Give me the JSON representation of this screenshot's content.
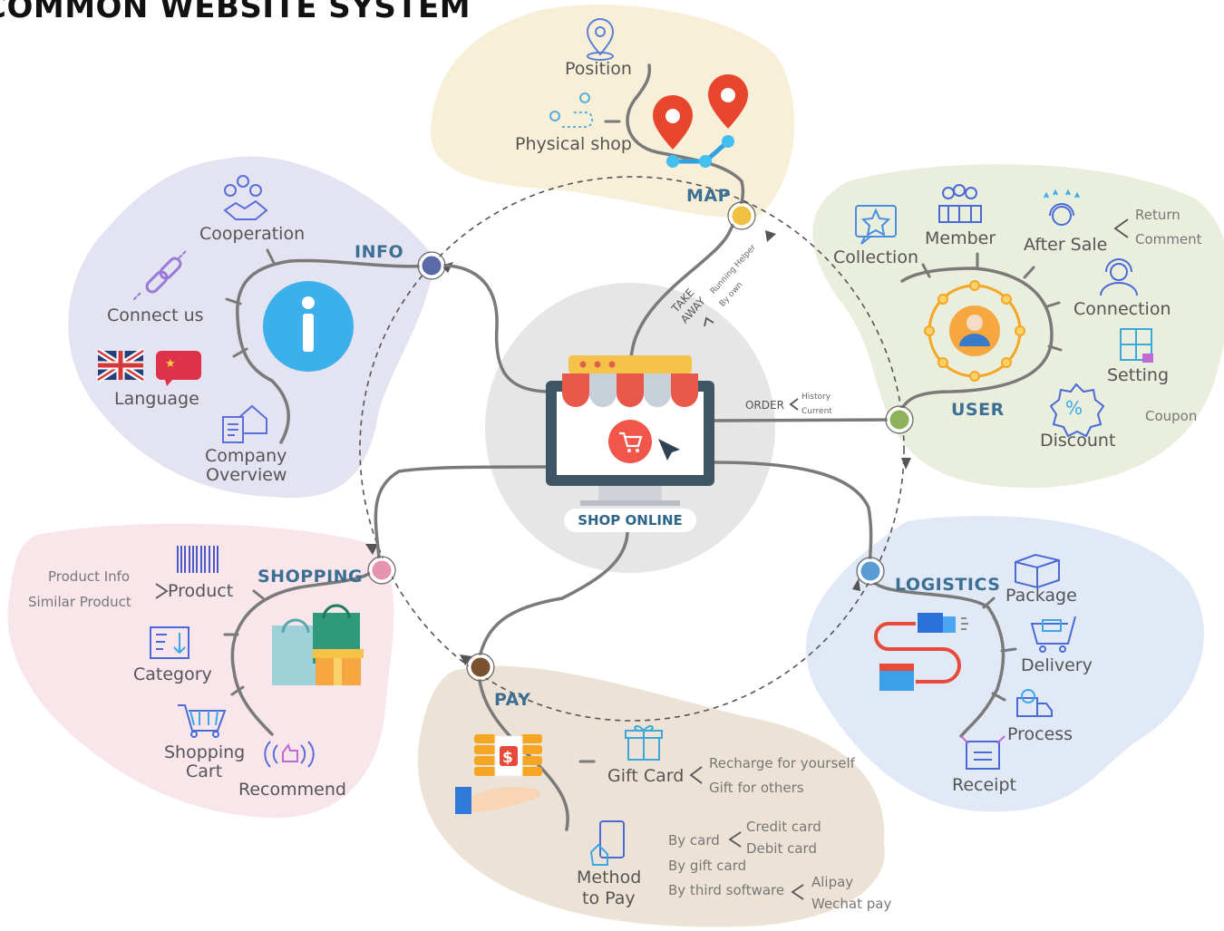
{
  "title": "COMMON WEBSITE SYSTEM",
  "center_label": "SHOP ONLINE",
  "colors": {
    "map_bg": "#f8efd8",
    "info_bg": "#e3e3f1",
    "user_bg": "#e9eedd",
    "logistics_bg": "#e1e9f6",
    "shopping_bg": "#f8e6ea",
    "pay_bg": "#ece3d6",
    "section_label": "#3d6f94",
    "node_map": "#f0c040",
    "node_info": "#5a69a8",
    "node_user": "#8db35a",
    "node_logistics": "#5b9bd5",
    "node_shopping": "#e893b0",
    "node_pay": "#7a5230"
  },
  "sections": {
    "map": {
      "label": "MAP",
      "items": [
        "Position",
        "Physical shop"
      ]
    },
    "info": {
      "label": "INFO",
      "items": [
        "Cooperation",
        "Connect us",
        "Language",
        "Company",
        "Overview"
      ]
    },
    "user": {
      "label": "USER",
      "items": [
        "Collection",
        "Member",
        "After Sale",
        "Connection",
        "Setting",
        "Discount"
      ],
      "after_sale_sub": [
        "Return",
        "Comment"
      ],
      "discount_sub": "Coupon"
    },
    "logistics": {
      "label": "LOGISTICS",
      "items": [
        "Package",
        "Delivery",
        "Process",
        "Receipt"
      ]
    },
    "shopping": {
      "label": "SHOPPING",
      "items": [
        "Product",
        "Category",
        "Shopping",
        "Cart",
        "Recommend"
      ],
      "product_sub": [
        "Product Info",
        "Similar Product"
      ]
    },
    "pay": {
      "label": "PAY",
      "items": [
        "Gift Card",
        "Method",
        "to Pay"
      ],
      "gift_sub": [
        "Recharge for yourself",
        "Gift for others"
      ],
      "method_sub": [
        "By card",
        "By gift card",
        "By third software"
      ],
      "card_sub": [
        "Credit card",
        "Debit card"
      ],
      "software_sub": [
        "Alipay",
        "Wechat pay"
      ]
    }
  },
  "connectors": {
    "takeaway": [
      "TAKE",
      "AWAY"
    ],
    "takeaway_sub": [
      "Running Helper",
      "By own"
    ],
    "order": "ORDER",
    "order_sub": [
      "History",
      "Current"
    ]
  },
  "icons": [
    "location-pin-icon",
    "map-route-icon",
    "handshake-icon",
    "link-icon",
    "info-icon",
    "uk-flag-icon",
    "china-flag-icon",
    "house-document-icon",
    "star-chat-icon",
    "team-icon",
    "support-agent-icon",
    "headset-icon",
    "puzzle-icon",
    "discount-badge-icon",
    "user-avatar-icon",
    "package-icon",
    "delivery-cart-icon",
    "truck-icon",
    "receipt-icon",
    "barcode-icon",
    "category-sort-icon",
    "shopping-cart-icon",
    "recommend-icon",
    "shopping-bags-icon",
    "gift-icon",
    "card-hand-icon",
    "money-hand-icon",
    "store-screen-icon",
    "cart-cursor-icon"
  ]
}
